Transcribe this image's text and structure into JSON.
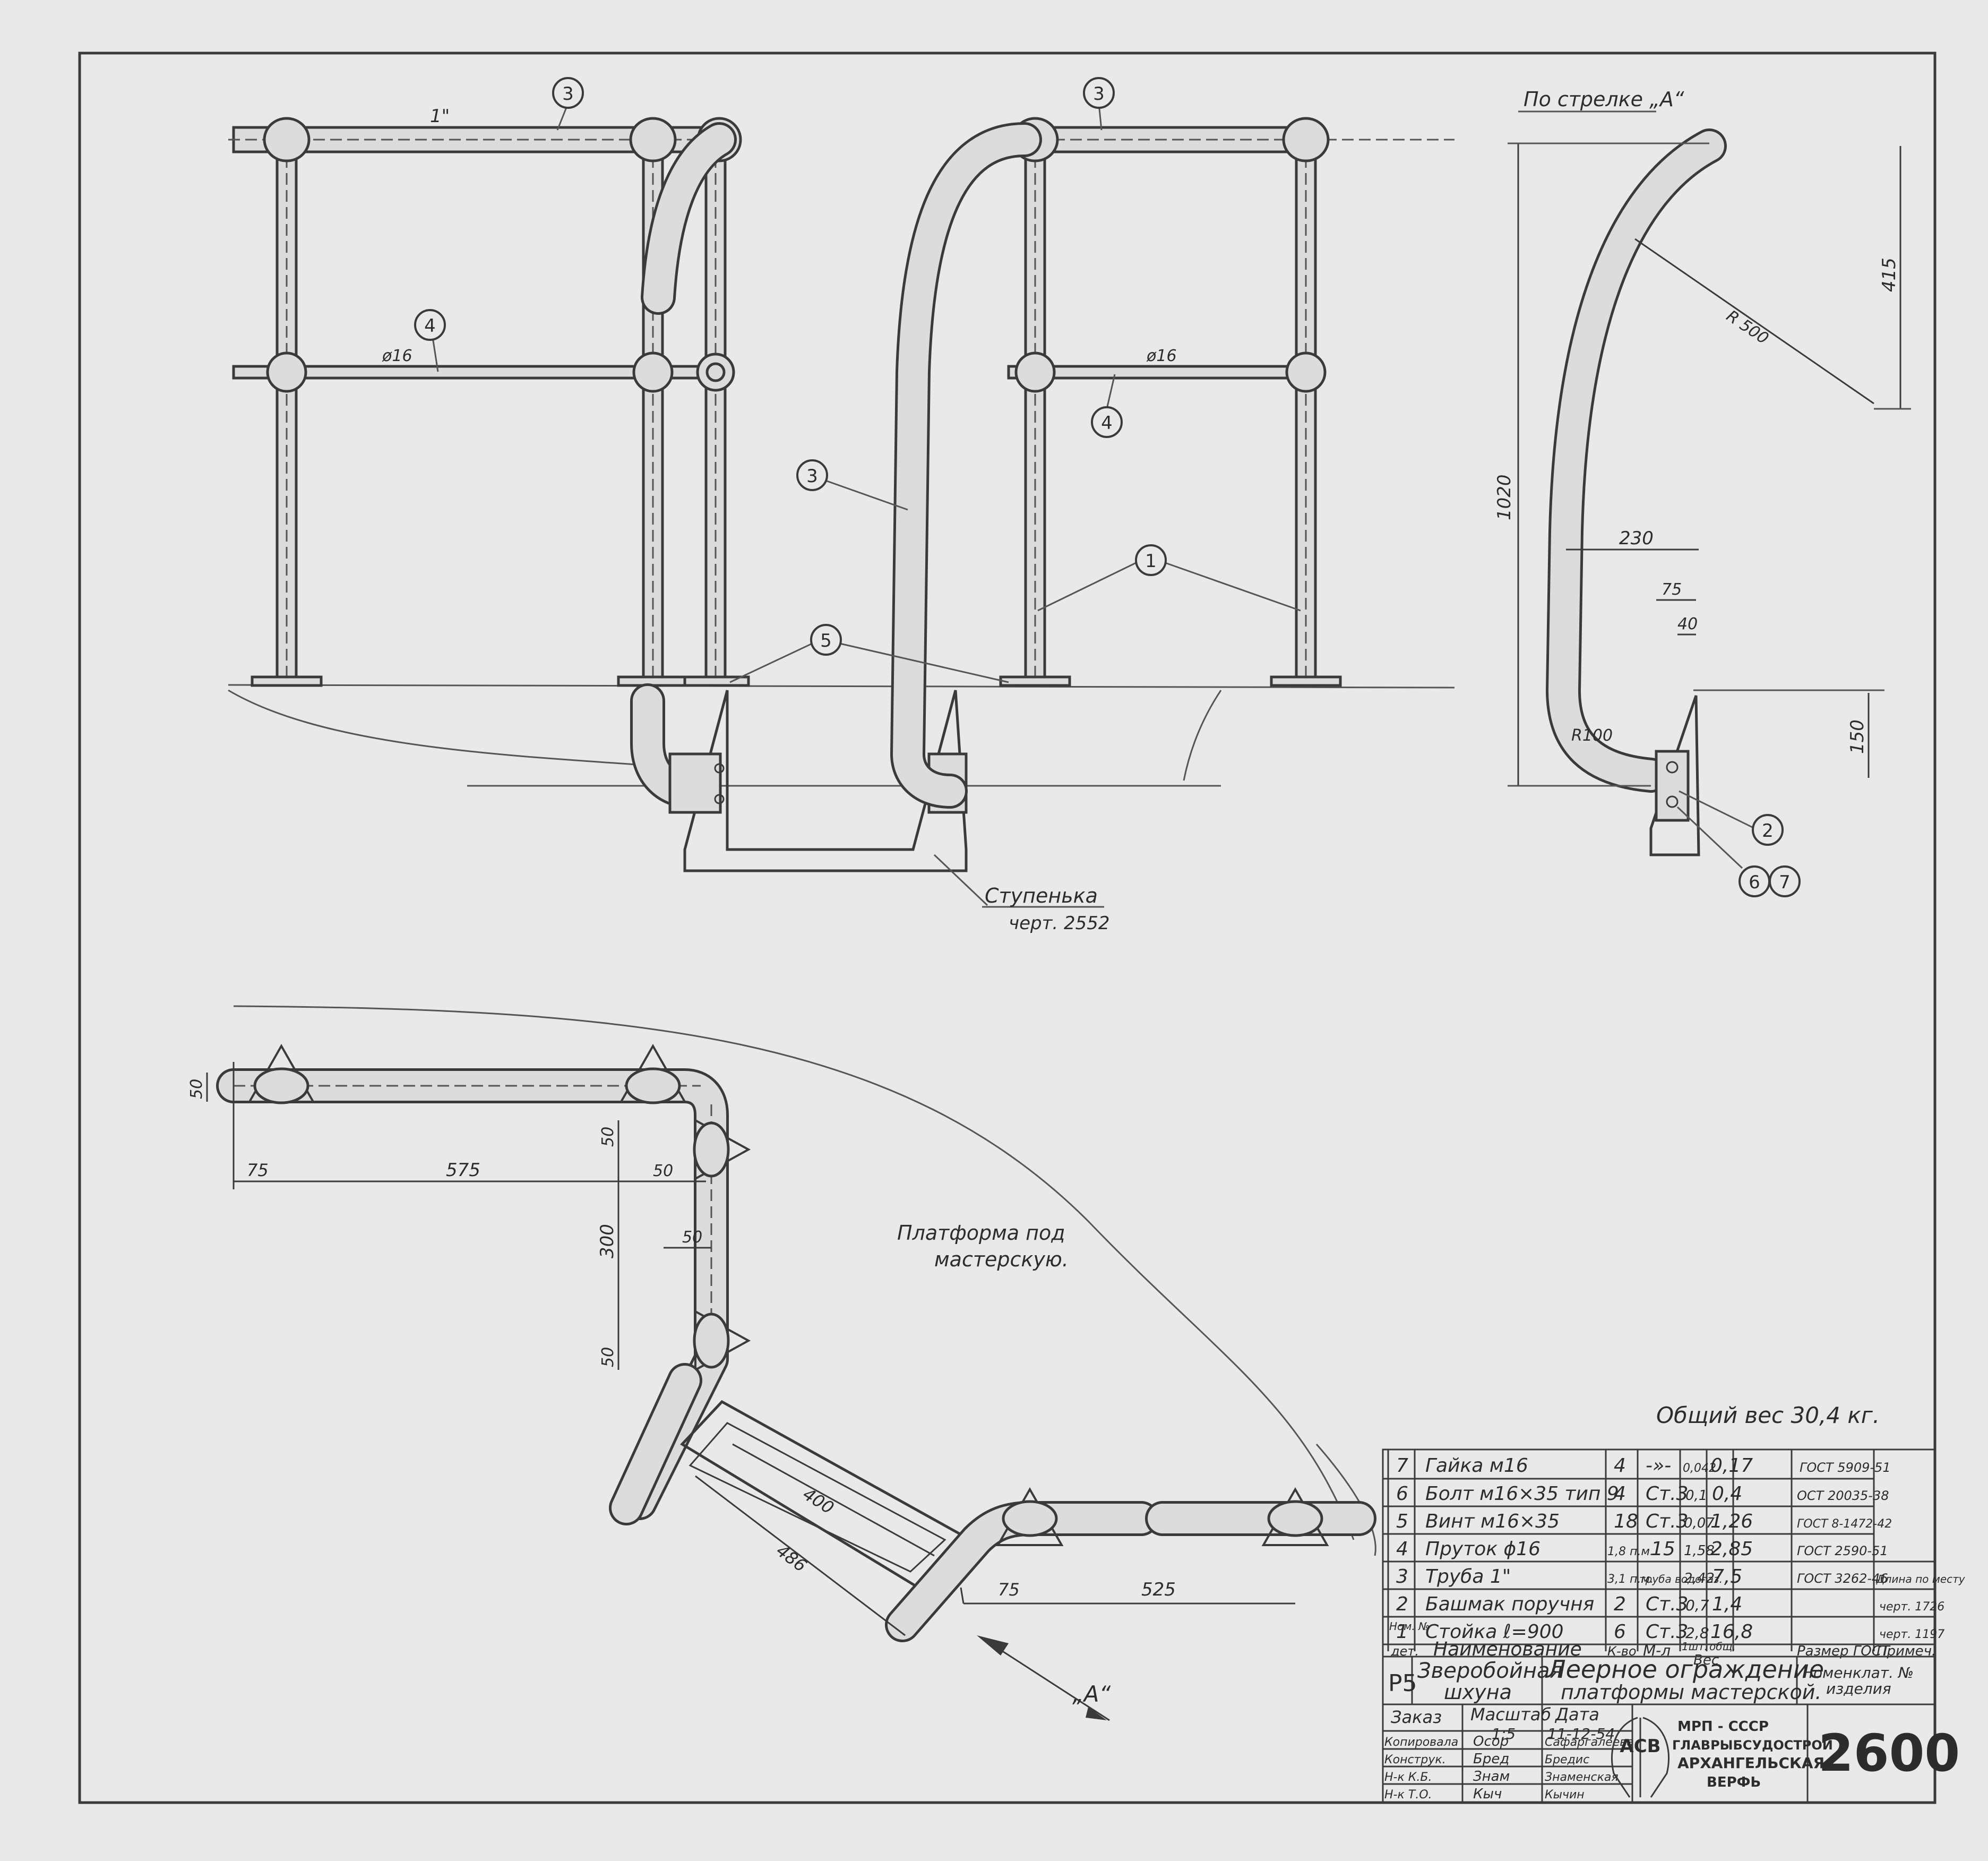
{
  "drawing": {
    "view_label": "По стрелке „А“",
    "balloons": {
      "b1": "1",
      "b2": "2",
      "b3": "3",
      "b4": "4",
      "b5": "5",
      "b6": "6",
      "b7": "7"
    },
    "dims_top": {
      "pipe_size": "1\"",
      "rod_dia": "ø16",
      "r500": "R 500",
      "r100": "R100",
      "d1020": "1020",
      "d415": "415",
      "d230": "230",
      "d75": "75",
      "d40": "40",
      "d150": "150"
    },
    "step_note": {
      "name": "Ступенька",
      "ref": "черт. 2552"
    },
    "platform_label": {
      "line1": "Платформа под",
      "line2": "мастерскую."
    },
    "dims_plan": {
      "d50_left": "50",
      "d75_a": "75",
      "d575": "575",
      "d50_b": "50",
      "d50_c": "50",
      "d300": "300",
      "d50_d": "50",
      "d50_e": "50",
      "d400": "400",
      "d486": "486",
      "d75_b": "75",
      "d525": "525"
    },
    "arrow_label": "„А“",
    "total_weight": "Общий вес 30,4 кг."
  },
  "bom": {
    "rows": [
      {
        "pos": "7",
        "name": "Гайка м16",
        "qty": "4",
        "mat": "-»-",
        "w1": "0,042",
        "w2": "0,17",
        "std": "ГОСТ 5909-51",
        "note": ""
      },
      {
        "pos": "6",
        "name": "Болт м16×35 тип 9",
        "qty": "4",
        "mat": "Ст.3",
        "w1": "0,1",
        "w2": "0,4",
        "std": "ОСТ 20035-38",
        "note": ""
      },
      {
        "pos": "5",
        "name": "Винт м16×35",
        "qty": "18",
        "mat": "Ст.3",
        "w1": "0,07",
        "w2": "1,26",
        "std": "ГОСТ 8-1472-42",
        "note": ""
      },
      {
        "pos": "4",
        "name": "Пруток ϕ16",
        "qty": "1,8 п.м.",
        "mat": "15",
        "w1": "1,58",
        "w2": "2,85",
        "std": "ГОСТ 2590-51",
        "note": ""
      },
      {
        "pos": "3",
        "name": "Труба 1\"",
        "qty": "3,1 п.м.",
        "mat": "труба водогаз.",
        "w1": "2,42",
        "w2": "7,5",
        "std": "ГОСТ 3262-46",
        "note": "Длина по месту"
      },
      {
        "pos": "2",
        "name": "Башмак поручня",
        "qty": "2",
        "mat": "Ст.3",
        "w1": "0,7",
        "w2": "1,4",
        "std": "",
        "note": "черт. 1726"
      },
      {
        "pos": "1",
        "name": "Стойка ℓ=900",
        "qty": "6",
        "mat": "Ст.3",
        "w1": "2,8",
        "w2": "16,8",
        "std": "",
        "note": "черт. 1197"
      }
    ],
    "header": {
      "pos": "Ном. №",
      "det": "дет.",
      "name": "Наименование",
      "qty": "К-во",
      "mat": "М-л",
      "w1": "1шт.",
      "w2": "общ.",
      "weight": "Вес",
      "std": "Размер ГОСТ",
      "note": "Примеч."
    }
  },
  "title_block": {
    "code": "Р5",
    "vessel_line1": "Зверобойная",
    "vessel_line2": "шхуна",
    "title_line1": "Леерное ограждение",
    "title_line2": "платформы мастерской.",
    "nomencl_line1": "Номенклат. №",
    "nomencl_line2": "изделия",
    "order_label": "Заказ",
    "scale_label": "Масштаб",
    "scale_value": "1:5",
    "date_label": "Дата",
    "date_value": "11-12-54",
    "roles": [
      {
        "role": "Копировала",
        "sign": "Осор",
        "name": "Сафаргалеева"
      },
      {
        "role": "Конструк.",
        "sign": "Бред",
        "name": "Бредис"
      },
      {
        "role": "Н-к К.Б.",
        "sign": "Знам",
        "name": "Знаменская"
      },
      {
        "role": "Н-к Т.О.",
        "sign": "Кыч",
        "name": "Кычин"
      }
    ],
    "org_line1": "МРП - СССР",
    "org_line2": "ГЛАВРЫБСУДОСТРОЙ",
    "org_line3": "АРХАНГЕЛЬСКАЯ",
    "org_line4": "ВЕРФЬ",
    "logo_text": "АСВ",
    "sheet_number": "2600"
  }
}
